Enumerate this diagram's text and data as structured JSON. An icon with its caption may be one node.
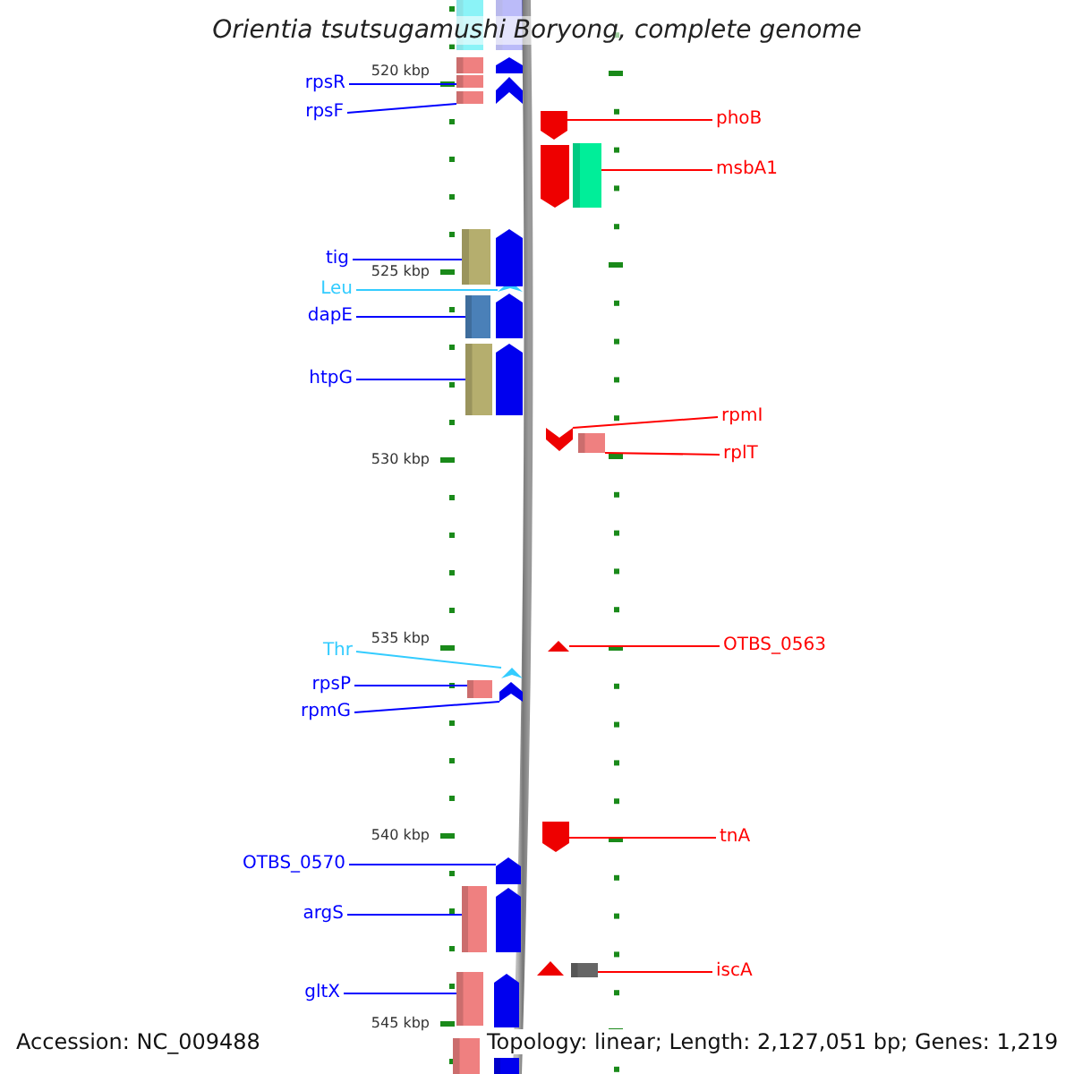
{
  "diagram": {
    "title": "Orientia tsutsugamushi Boryong, complete genome",
    "nodes": [
      {
        "text": [
          "rpsR"
        ]
      },
      {
        "text": [
          "rpsF"
        ]
      },
      {
        "text": [
          "tig"
        ]
      },
      {
        "text": [
          "Leu"
        ]
      },
      {
        "text": [
          "dapE"
        ]
      },
      {
        "text": [
          "htpG"
        ]
      },
      {
        "text": [
          "Thr"
        ]
      },
      {
        "text": [
          "rpsP"
        ]
      },
      {
        "text": [
          "rpmG"
        ]
      },
      {
        "text": [
          "OTBS_0570"
        ]
      },
      {
        "text": [
          "argS"
        ]
      },
      {
        "text": [
          "gltX"
        ]
      },
      {
        "text": [
          "phoB"
        ]
      },
      {
        "text": [
          "msbA1"
        ]
      },
      {
        "text": [
          "rpmI"
        ]
      },
      {
        "text": [
          "rplT"
        ]
      },
      {
        "text": [
          "OTBS_0563"
        ]
      },
      {
        "text": [
          "tnA"
        ]
      },
      {
        "text": [
          "iscA"
        ]
      },
      {
        "text": [],
        "shape": "box"
      },
      {
        "text": [],
        "shape": "box"
      },
      {
        "text": [],
        "shape": "box"
      },
      {
        "text": [],
        "shape": "chevron"
      },
      {
        "text": [],
        "shape": "box"
      },
      {
        "text": [],
        "shape": "box"
      },
      {
        "text": [],
        "shape": "chevron"
      },
      {
        "text": [],
        "shape": "box"
      },
      {
        "text": [],
        "shape": "chevron"
      },
      {
        "text": [],
        "shape": "pentagon"
      },
      {
        "text": [],
        "shape": "box"
      },
      {
        "text": [],
        "shape": "box"
      },
      {
        "text": [],
        "shape": "pentagon"
      },
      {
        "text": [],
        "shape": "box"
      },
      {
        "text": [],
        "shape": "chevron"
      },
      {
        "text": [],
        "shape": "box"
      },
      {
        "text": [],
        "shape": "triangle"
      },
      {
        "text": [],
        "shape": "pentagon"
      },
      {
        "text": [],
        "shape": "box"
      },
      {
        "text": [],
        "shape": "box"
      },
      {
        "text": [],
        "shape": "box"
      },
      {
        "text": [],
        "shape": "box"
      },
      {
        "text": [],
        "shape": "pentagon"
      },
      {
        "text": [],
        "shape": "chevron"
      },
      {
        "text": [],
        "shape": "pentagon"
      },
      {
        "text": [],
        "shape": "pentagon"
      },
      {
        "text": [],
        "shape": "pentagon"
      },
      {
        "text": [],
        "shape": "pentagon"
      },
      {
        "text": [],
        "shape": "pentagon"
      },
      {
        "text": [],
        "shape": "pentagon"
      },
      {
        "text": [],
        "shape": "box"
      },
      {
        "text": [],
        "shape": "box"
      },
      {
        "text": [],
        "shape": "triangle"
      }
    ],
    "edges": [
      {
        "from": 0,
        "to": 19,
        "arrow": "none"
      },
      {
        "from": 1,
        "to": 20,
        "arrow": "none"
      },
      {
        "from": 2,
        "to": 21,
        "arrow": "none"
      },
      {
        "from": 3,
        "to": 22,
        "arrow": "none",
        "color": "#33ccff"
      },
      {
        "from": 4,
        "to": 23,
        "arrow": "none"
      },
      {
        "from": 5,
        "to": 24,
        "arrow": "none"
      },
      {
        "from": 6,
        "to": 25,
        "arrow": "none",
        "color": "#33ccff"
      },
      {
        "from": 7,
        "to": 26,
        "arrow": "none"
      },
      {
        "from": 8,
        "to": 27,
        "arrow": "none"
      },
      {
        "from": 9,
        "to": 28,
        "arrow": "none"
      },
      {
        "from": 10,
        "to": 29,
        "arrow": "none"
      },
      {
        "from": 11,
        "to": 30,
        "arrow": "none"
      },
      {
        "from": 12,
        "to": 31,
        "arrow": "none",
        "color": "#ff0000"
      },
      {
        "from": 13,
        "to": 32,
        "arrow": "none",
        "color": "#ff0000"
      },
      {
        "from": 14,
        "to": 33,
        "arrow": "none",
        "color": "#ff0000"
      },
      {
        "from": 15,
        "to": 34,
        "arrow": "none",
        "color": "#ff0000"
      },
      {
        "from": 16,
        "to": 35,
        "arrow": "none",
        "color": "#ff0000"
      },
      {
        "from": 17,
        "to": 36,
        "arrow": "none",
        "color": "#ff0000"
      },
      {
        "from": 18,
        "to": 37,
        "arrow": "none",
        "color": "#ff0000"
      }
    ],
    "labels": [
      "520 kbp",
      "525 kbp",
      "530 kbp",
      "535 kbp",
      "540 kbp",
      "545 kbp",
      "Accession: NC_009488",
      "Topology: linear; Length: 2,127,051 bp; Genes: 1,219"
    ]
  }
}
